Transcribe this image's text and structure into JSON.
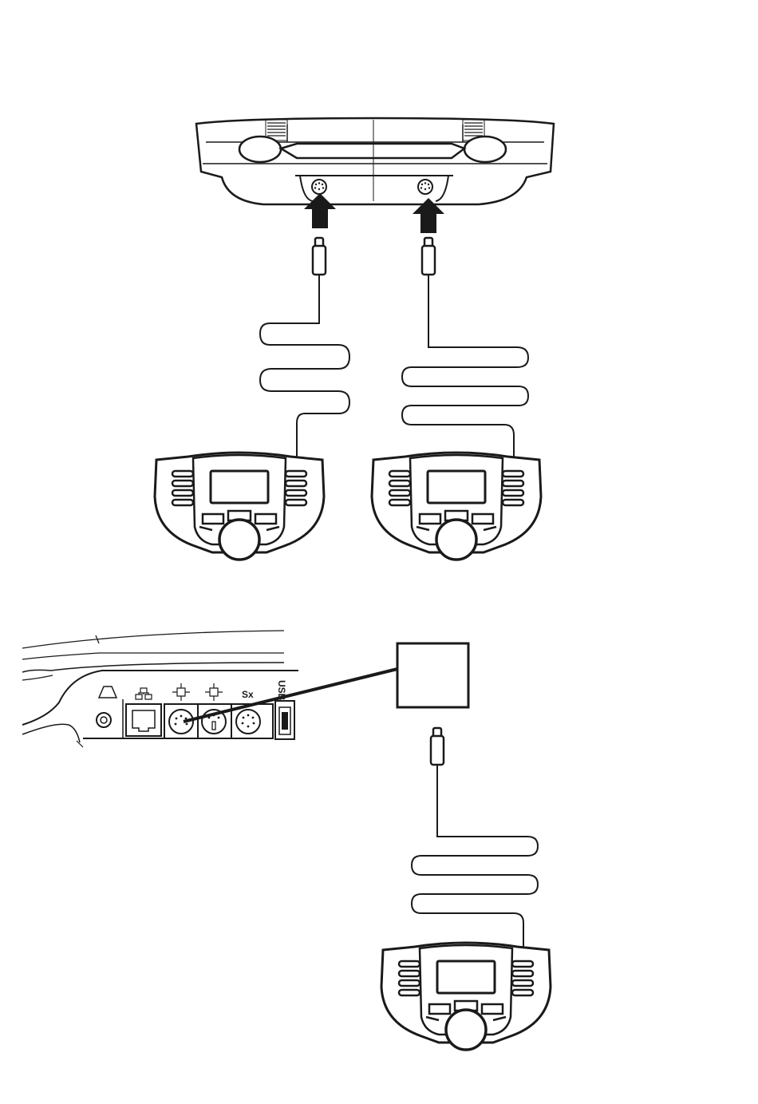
{
  "colors": {
    "ink": "#1a1a1a",
    "paper": "#ffffff"
  },
  "central_station": {
    "icons": [
      "display-icon",
      "network-icon",
      "bus-port-icon",
      "bus-port-icon",
      "sx-port-icon",
      "usb-port-icon"
    ],
    "port_labels": {
      "sx": "Sx",
      "usb": "USB"
    }
  },
  "handsets": {
    "count": 3,
    "icon": "handheld-controller-icon"
  },
  "arrows": {
    "count": 2,
    "icon": "arrow-up-icon"
  },
  "adapter_box": {
    "icon": "adapter-box-icon"
  }
}
